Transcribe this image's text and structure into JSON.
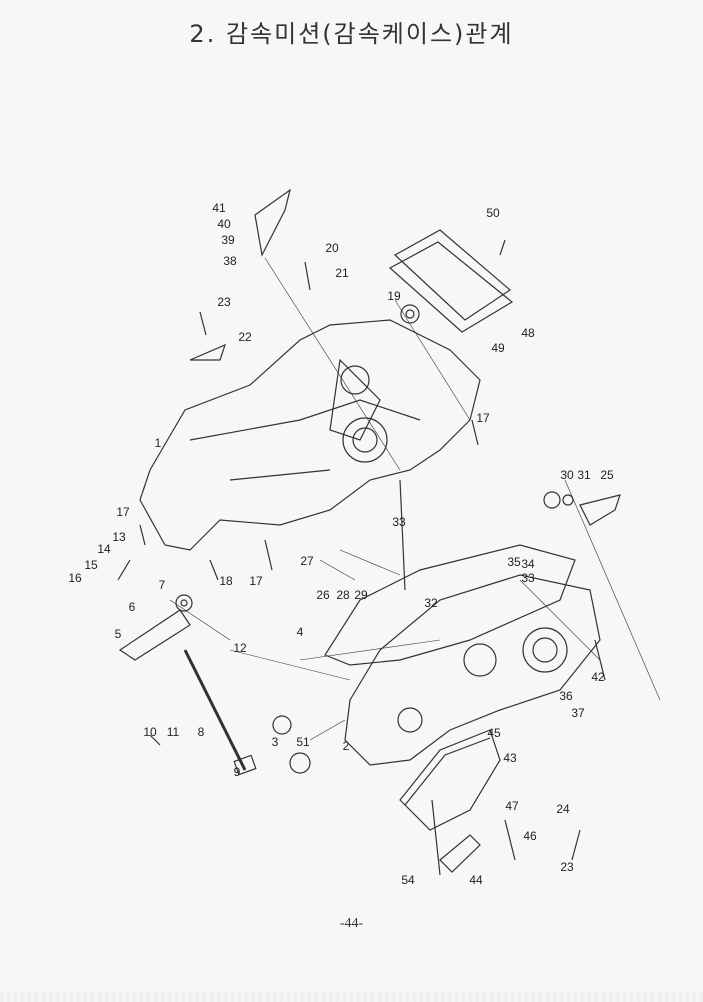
{
  "title": "2. 감속미션(감속케이스)관계",
  "page_number": "-44-",
  "callouts": [
    "41",
    "40",
    "39",
    "38",
    "20",
    "21",
    "50",
    "19",
    "23",
    "22",
    "48",
    "49",
    "17",
    "1",
    "30",
    "31",
    "25",
    "33",
    "17",
    "13",
    "14",
    "15",
    "16",
    "7",
    "18",
    "17",
    "27",
    "26",
    "28",
    "29",
    "35",
    "34",
    "33",
    "32",
    "6",
    "5",
    "4",
    "12",
    "42",
    "36",
    "37",
    "10",
    "11",
    "8",
    "3",
    "51",
    "2",
    "45",
    "43",
    "9",
    "47",
    "24",
    "46",
    "54",
    "44",
    "23"
  ]
}
